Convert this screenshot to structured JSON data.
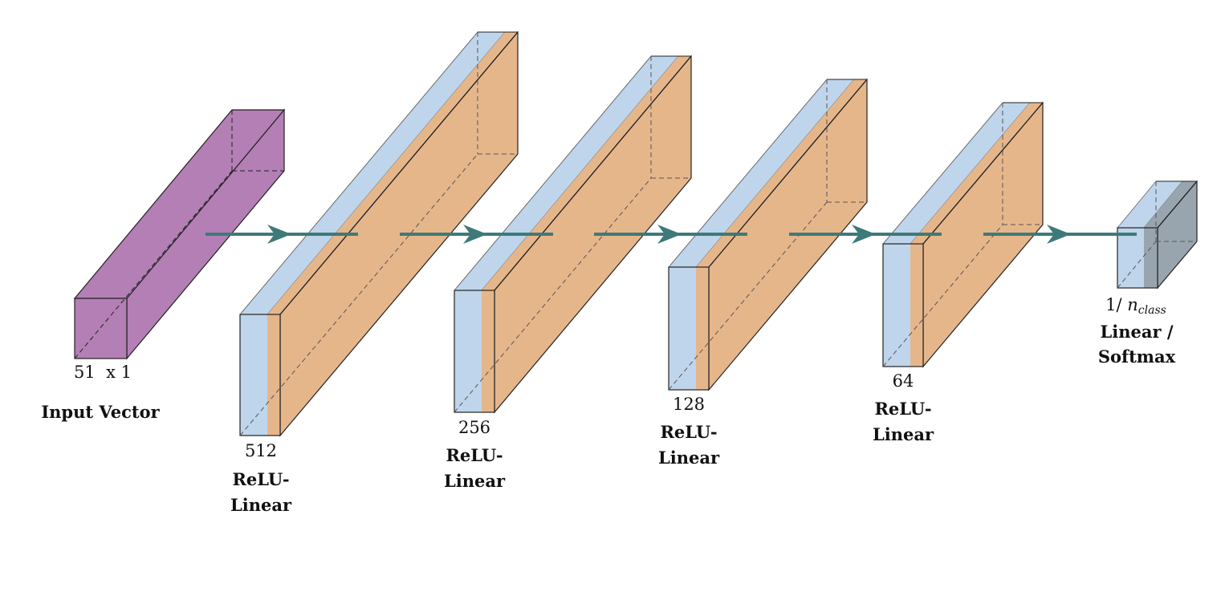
{
  "colors": {
    "input": "#b47fb4",
    "relu": "#bfd5eb",
    "linear": "#e6b68b",
    "softmax": "#99a5ae",
    "arrow": "#3d7a79"
  },
  "layers": [
    {
      "id": "input",
      "dim_label": "51  x 1",
      "name_lines": [
        "Input Vector"
      ]
    },
    {
      "id": "h512",
      "dim_label": "512",
      "name_lines": [
        "ReLU-",
        "Linear"
      ]
    },
    {
      "id": "h256",
      "dim_label": "256",
      "name_lines": [
        "ReLU-",
        "Linear"
      ]
    },
    {
      "id": "h128",
      "dim_label": "128",
      "name_lines": [
        "ReLU-",
        "Linear"
      ]
    },
    {
      "id": "h64",
      "dim_label": "64",
      "name_lines": [
        "ReLU-",
        "Linear"
      ]
    },
    {
      "id": "output",
      "dim_prefix": "1/ ",
      "dim_var": "n",
      "dim_sub": "class",
      "name_lines": [
        "Linear /",
        "Softmax"
      ]
    }
  ]
}
